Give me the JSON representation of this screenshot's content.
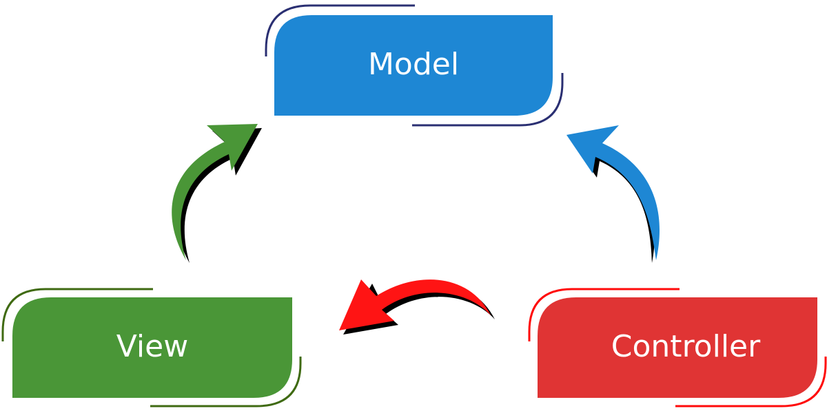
{
  "diagram": {
    "model": {
      "label": "Model",
      "color": "#1E87D4",
      "outline": "#2A2F72"
    },
    "view": {
      "label": "View",
      "color": "#4A9637",
      "outline": "#3F6A12"
    },
    "controller": {
      "label": "Controller",
      "color": "#E03434",
      "outline": "#FF0A0A"
    },
    "arrows": [
      {
        "name": "view-to-model-arrow",
        "color": "#4A9637"
      },
      {
        "name": "controller-to-model-arrow",
        "color": "#1E87D4"
      },
      {
        "name": "controller-to-view-arrow",
        "color": "#FF1414"
      }
    ]
  }
}
